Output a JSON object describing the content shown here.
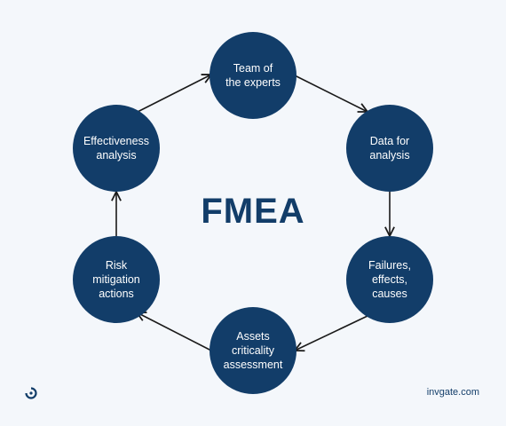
{
  "diagram": {
    "title": "FMEA",
    "steps": [
      {
        "label": "Team of\nthe experts"
      },
      {
        "label": "Data for\nanalysis"
      },
      {
        "label": "Failures,\neffects,\ncauses"
      },
      {
        "label": "Assets\ncriticality\nassessment"
      },
      {
        "label": "Risk\nmitigation\nactions"
      },
      {
        "label": "Effectiveness\nanalysis"
      }
    ],
    "brand": "invgate.com",
    "colors": {
      "node": "#123d69",
      "background": "#f4f7fb",
      "arrow": "#1a1a1a"
    }
  }
}
